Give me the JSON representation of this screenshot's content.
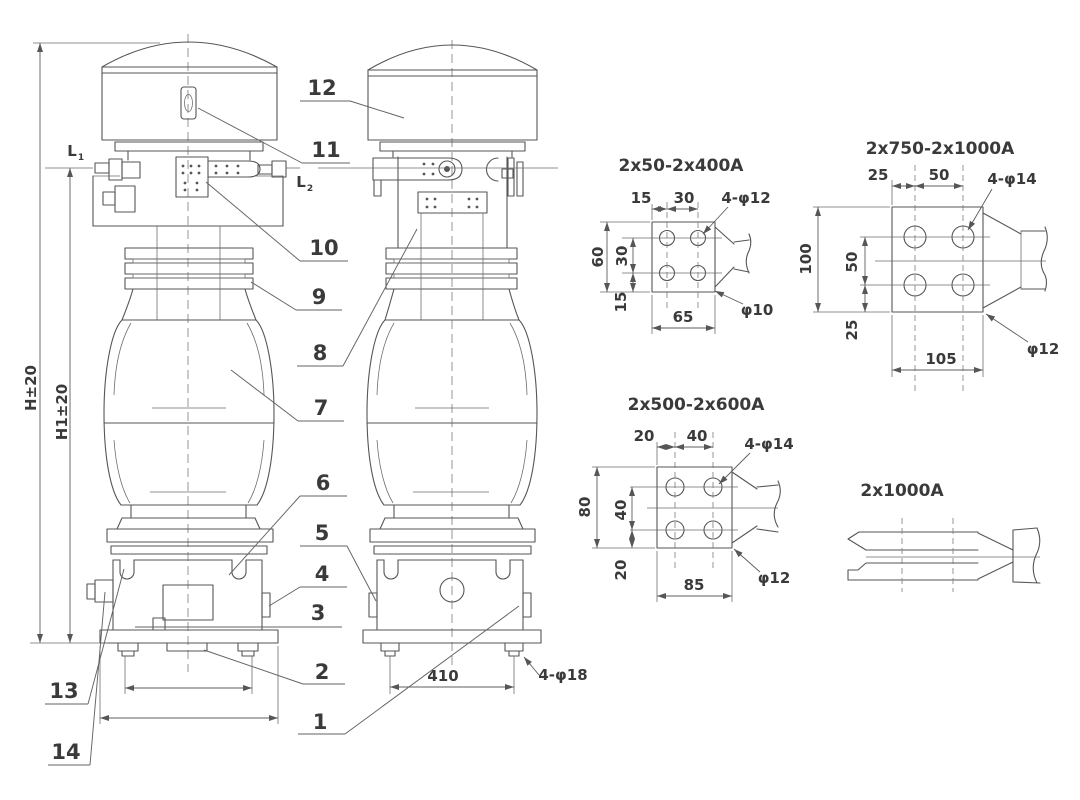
{
  "main": {
    "overall_height": "H±20",
    "height1": "H1±20",
    "t1_letter": "L",
    "t1_sub": "1",
    "t2_letter": "L",
    "t2_sub": "2",
    "base_width": "410",
    "base_holes": "4-φ18",
    "callouts": [
      "1",
      "2",
      "3",
      "4",
      "5",
      "6",
      "7",
      "8",
      "9",
      "10",
      "11",
      "12",
      "13",
      "14"
    ]
  },
  "details": [
    {
      "title": "2x50-2x400A",
      "dim_top_a": "15",
      "dim_top_b": "30",
      "dim_left_outer": "60",
      "dim_left_mid": "30",
      "dim_left_inner": "15",
      "dim_bottom": "65",
      "holes_label": "4-φ12",
      "aux_label": "φ10"
    },
    {
      "title": "2x750-2x1000A",
      "dim_top_a": "25",
      "dim_top_b": "50",
      "dim_left_outer": "100",
      "dim_left_mid": "50",
      "dim_left_inner": "25",
      "dim_bottom": "105",
      "holes_label": "4-φ14",
      "aux_label": "φ12"
    },
    {
      "title": "2x500-2x600A",
      "dim_top_a": "20",
      "dim_top_b": "40",
      "dim_left_outer": "80",
      "dim_left_mid": "40",
      "dim_left_inner": "20",
      "dim_bottom": "85",
      "holes_label": "4-φ14",
      "aux_label": "φ12"
    },
    {
      "title": "2x1000A"
    }
  ],
  "colors": {
    "line": "#565656",
    "text": "#3a3a3a",
    "background": "#ffffff"
  }
}
